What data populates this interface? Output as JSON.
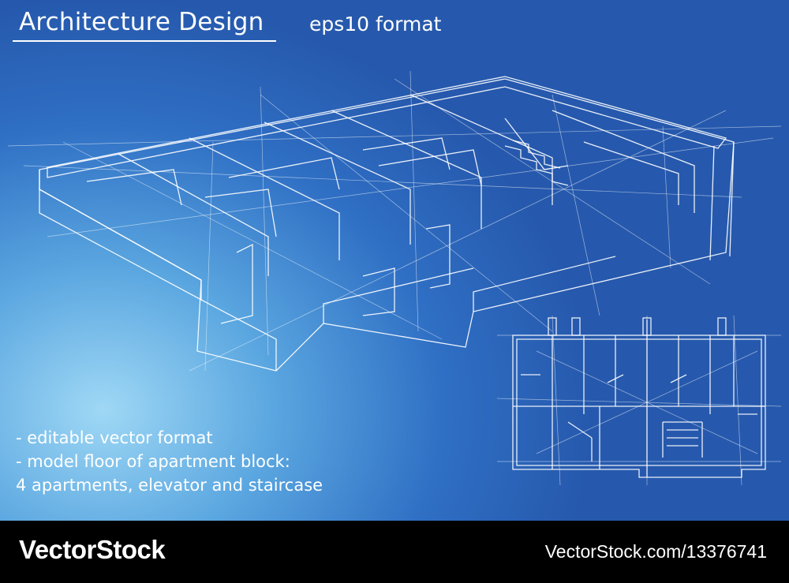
{
  "header": {
    "title": "Architecture Design",
    "subtitle": "eps10 format"
  },
  "features": [
    "- editable vector format",
    "- model floor of apartment block:",
    "4 apartments, elevator and staircase"
  ],
  "footer": {
    "brand": "VectorStock",
    "url": "VectorStock.com/13376741"
  },
  "colors": {
    "background_light": "#9fd8f5",
    "background_dark": "#2659ad",
    "line": "#ffffff",
    "footer": "#000000"
  }
}
